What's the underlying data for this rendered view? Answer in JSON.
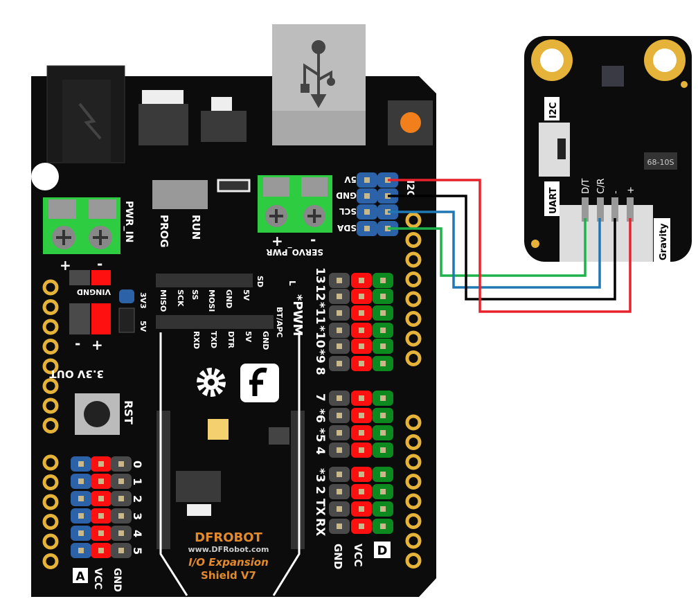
{
  "shield": {
    "power": {
      "pwr_in": "PWR_IN",
      "plus": "+",
      "minus": "-"
    },
    "switch": {
      "prog": "PROG",
      "run": "RUN"
    },
    "servo_pwr": {
      "label": "SERVO_PWR",
      "plus": "+",
      "minus": "-"
    },
    "i2c": {
      "title": "I2C",
      "pins": [
        "5V",
        "GND",
        "SCL",
        "SDA"
      ]
    },
    "sd_header": [
      "SD",
      "5V",
      "GND",
      "MOSI",
      "SS",
      "SCK",
      "MISO"
    ],
    "bt_header": [
      "BT/APC",
      "GND",
      "5V",
      "DTR",
      "TXD",
      "RXD"
    ],
    "voltage_select": [
      "3V3",
      "5V"
    ],
    "led_label": "L",
    "pwm_label": "*PWM",
    "digital_pins": [
      "13",
      "12",
      "*11",
      "*10",
      "*9",
      "8",
      "7",
      "*6",
      "*5",
      "4",
      "*3",
      "2",
      "TX",
      "RX"
    ],
    "digital_footer": [
      "GND",
      "VCC",
      "D"
    ],
    "vin_gnd": "VINGND",
    "out_3v3": {
      "label": "3.3V OUT",
      "plus": "+",
      "minus": "-"
    },
    "reset": "RST",
    "analog_pins": [
      "0",
      "1",
      "2",
      "3",
      "4",
      "5"
    ],
    "analog_footer": [
      "A",
      "VCC",
      "GND"
    ],
    "logo": {
      "brand": "DFROBOT",
      "url": "www.DFRobot.com",
      "name_line1": "I/O Expansion",
      "name_line2": "Shield V7"
    }
  },
  "sensor": {
    "mode_switch": {
      "top": "I2C",
      "bottom": "UART"
    },
    "pins": [
      "D/T",
      "C/R",
      "-",
      "+"
    ],
    "connector": "Gravity",
    "chip_label": "68-10S"
  },
  "wires": [
    {
      "from": "SDA",
      "to": "D/T",
      "color": "#1fb14a"
    },
    {
      "from": "SCL",
      "to": "C/R",
      "color": "#1f77b4"
    },
    {
      "from": "GND",
      "to": "-",
      "color": "#000000"
    },
    {
      "from": "5V",
      "to": "+",
      "color": "#e8212b"
    }
  ],
  "colors": {
    "board": "#0c0c0c",
    "gold": "#e6b33a",
    "terminal": "#2ecc40",
    "header_blue": "#2b62a8",
    "header_red": "#ff1010",
    "header_green": "#0d8a1f",
    "header_grey": "#4a4a4a"
  }
}
